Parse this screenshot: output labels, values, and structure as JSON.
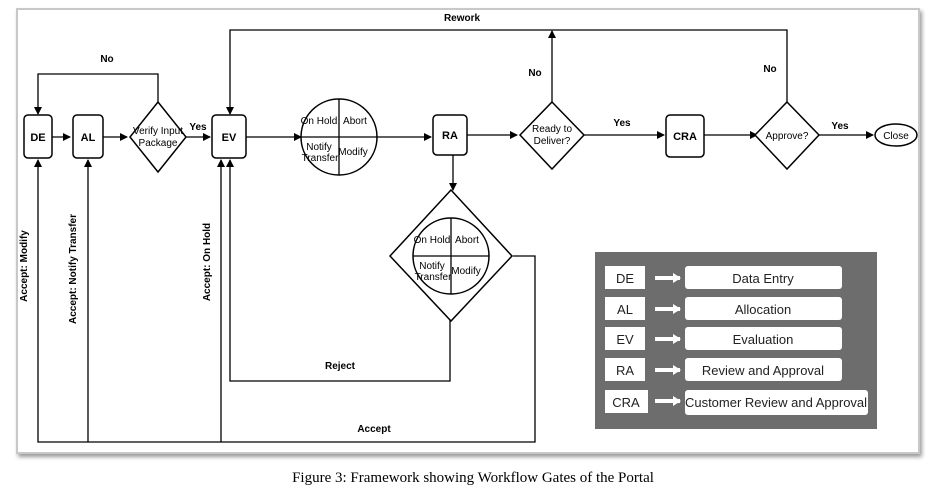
{
  "nodes": {
    "de": "DE",
    "al": "AL",
    "verify": [
      "Verify Input",
      "Package"
    ],
    "ev": "EV",
    "ra": "RA",
    "ready": [
      "Ready to",
      "Deliver?"
    ],
    "cra": "CRA",
    "approve": "Approve?",
    "close": "Close",
    "gate1": {
      "on_hold": "On Hold",
      "abort": "Abort",
      "notify": [
        "Notify",
        "Transfer"
      ],
      "modify": "Modify"
    },
    "gate2": {
      "on_hold": "On Hold",
      "abort": "Abort",
      "notify": [
        "Notify",
        "Transfer"
      ],
      "modify": "Modify"
    }
  },
  "edges": {
    "rework": "Rework",
    "no_verify": "No",
    "yes_verify": "Yes",
    "no_ready": "No",
    "yes_ready": "Yes",
    "no_approve": "No",
    "yes_approve": "Yes",
    "reject": "Reject",
    "accept": "Accept",
    "accept_modify": "Accept: Modify",
    "accept_notify": "Accept: Notify Transfer",
    "accept_hold": "Accept: On Hold"
  },
  "legend": [
    {
      "abbr": "DE",
      "full": "Data Entry"
    },
    {
      "abbr": "AL",
      "full": "Allocation"
    },
    {
      "abbr": "EV",
      "full": "Evaluation"
    },
    {
      "abbr": "RA",
      "full": "Review and Approval"
    },
    {
      "abbr": "CRA",
      "full": "Customer Review and Approval"
    }
  ],
  "caption": "Figure 3: Framework showing Workflow Gates of the Portal",
  "colors": {
    "legend_bg": "#6d6d6d",
    "line": "#000000"
  }
}
